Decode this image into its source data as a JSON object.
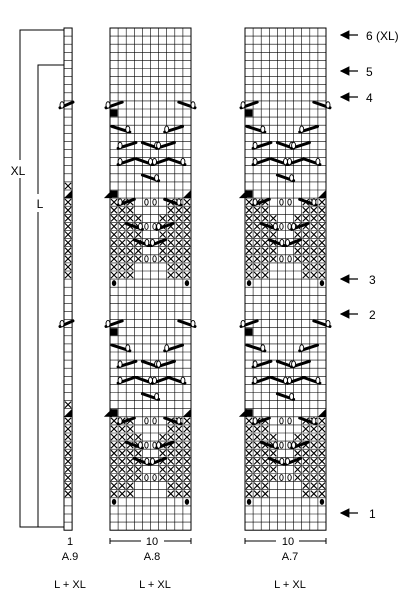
{
  "charts": [
    {
      "id": "A.9",
      "stitch_number": "1",
      "size_label": "L + XL"
    },
    {
      "id": "A.8",
      "stitch_number": "10",
      "size_label": "L + XL"
    },
    {
      "id": "A.7",
      "stitch_number": "10",
      "size_label": "L + XL"
    }
  ],
  "size_brackets": [
    {
      "label": "XL"
    },
    {
      "label": "L"
    }
  ],
  "row_markers": [
    {
      "label": "6 (XL)"
    },
    {
      "label": "5"
    },
    {
      "label": "4"
    },
    {
      "label": "3"
    },
    {
      "label": "2"
    },
    {
      "label": "1"
    }
  ],
  "colors": {
    "grid_line": "#000000",
    "background": "#ffffff",
    "symbol": "#000000"
  }
}
